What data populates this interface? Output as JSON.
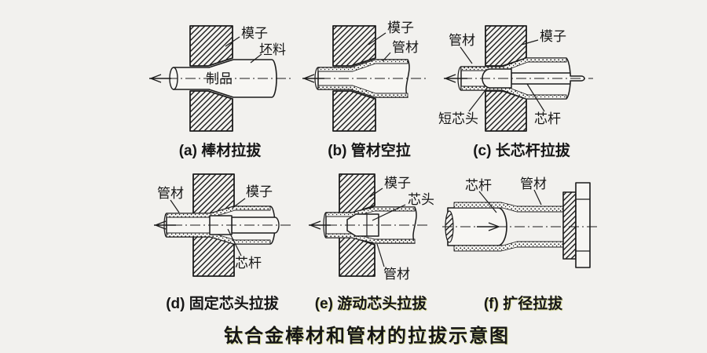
{
  "figure": {
    "title": "钛合金棒材和管材的拉拔示意图",
    "background_color": "#f2f1ee",
    "ink_color": "#1c1c1c",
    "panels": {
      "a": {
        "caption": "(a) 棒材拉拔",
        "labels": {
          "die": "模子",
          "blank": "坯料",
          "product": "制品"
        },
        "draw_direction": "left"
      },
      "b": {
        "caption": "(b) 管材空拉",
        "labels": {
          "die": "模子",
          "tube": "管材"
        },
        "draw_direction": "left"
      },
      "c": {
        "caption": "(c) 长芯杆拉拔",
        "labels": {
          "tube": "管材",
          "die": "模子",
          "short_plug": "短芯头",
          "mandrel": "芯杆"
        },
        "draw_direction": "left"
      },
      "d": {
        "caption": "(d) 固定芯头拉拔",
        "labels": {
          "tube": "管材",
          "die": "模子",
          "mandrel": "芯杆"
        },
        "draw_direction": "left"
      },
      "e": {
        "caption": "(e) 游动芯头拉拔",
        "labels": {
          "die": "模子",
          "plug": "芯头",
          "tube": "管材"
        },
        "draw_direction": "left"
      },
      "f": {
        "caption": "(f) 扩径拉拔",
        "labels": {
          "mandrel": "芯杆",
          "tube": "管材"
        },
        "draw_direction": "right"
      }
    }
  }
}
